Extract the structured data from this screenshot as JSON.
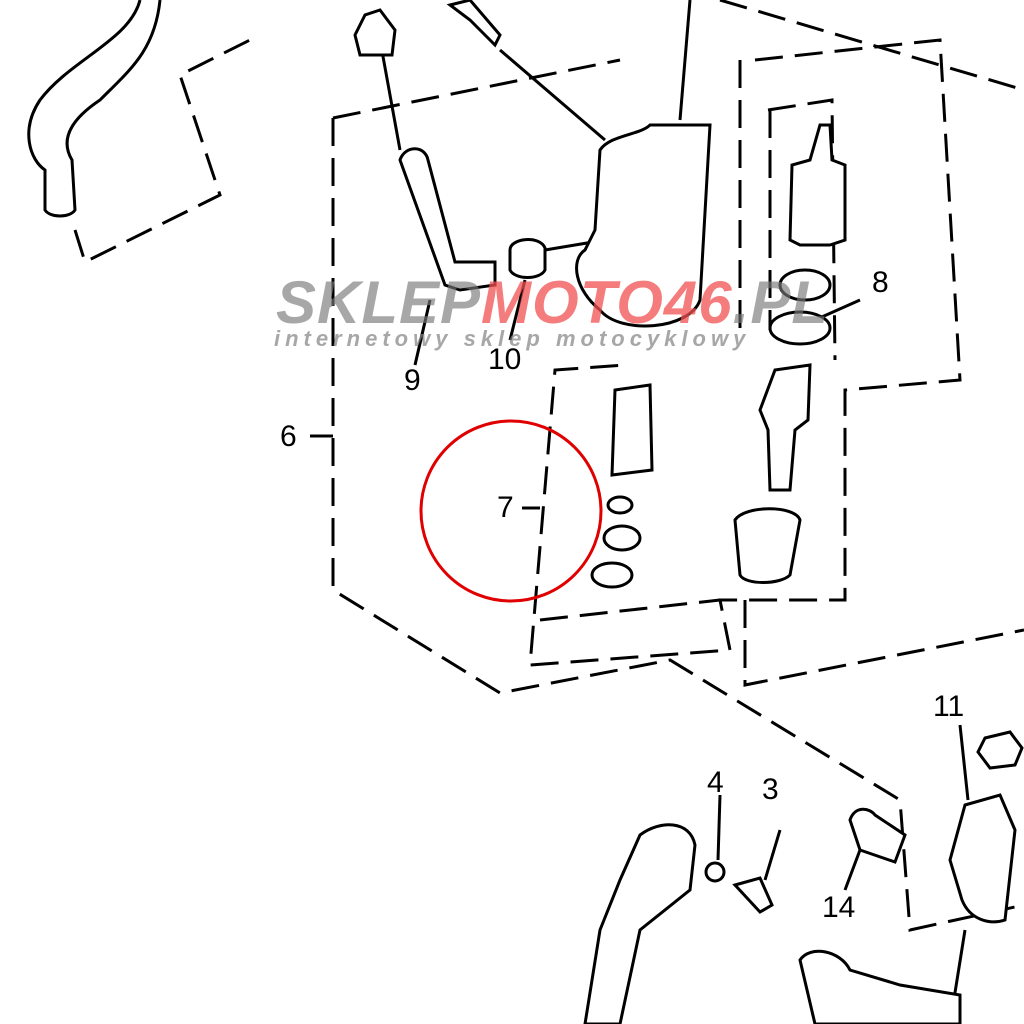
{
  "callouts": {
    "c3": "3",
    "c4": "4",
    "c6": "6",
    "c7": "7",
    "c8": "8",
    "c9": "9",
    "c10": "10",
    "c11": "11",
    "c14": "14"
  },
  "watermark": {
    "brand_grey": "SKLEP",
    "brand_red": "MOTO46",
    "brand_suffix": ".PL",
    "tagline": "internetowy sklep motocyklowy"
  },
  "highlight_color": "#e00000"
}
